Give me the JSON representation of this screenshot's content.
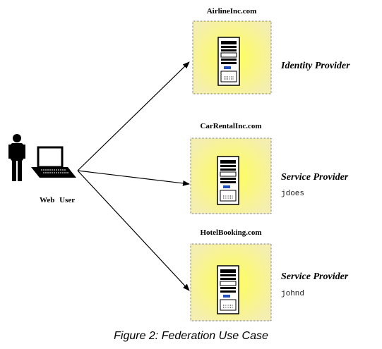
{
  "figure": {
    "caption": "Figure 2: Federation Use Case"
  },
  "user": {
    "label": "Web User"
  },
  "providers": [
    {
      "domain": "AirlineInc.com",
      "role": "Identity Provider",
      "user_id": ""
    },
    {
      "domain": "CarRentalInc.com",
      "role": "Service Provider",
      "user_id": "jdoes"
    },
    {
      "domain": "HotelBooking.com",
      "role": "Service Provider",
      "user_id": "johnd"
    }
  ],
  "colors": {
    "box_fill_center": "#ffff66",
    "box_fill_edge": "#f6f0a8",
    "box_border": "#777777",
    "arrow": "#000000"
  }
}
